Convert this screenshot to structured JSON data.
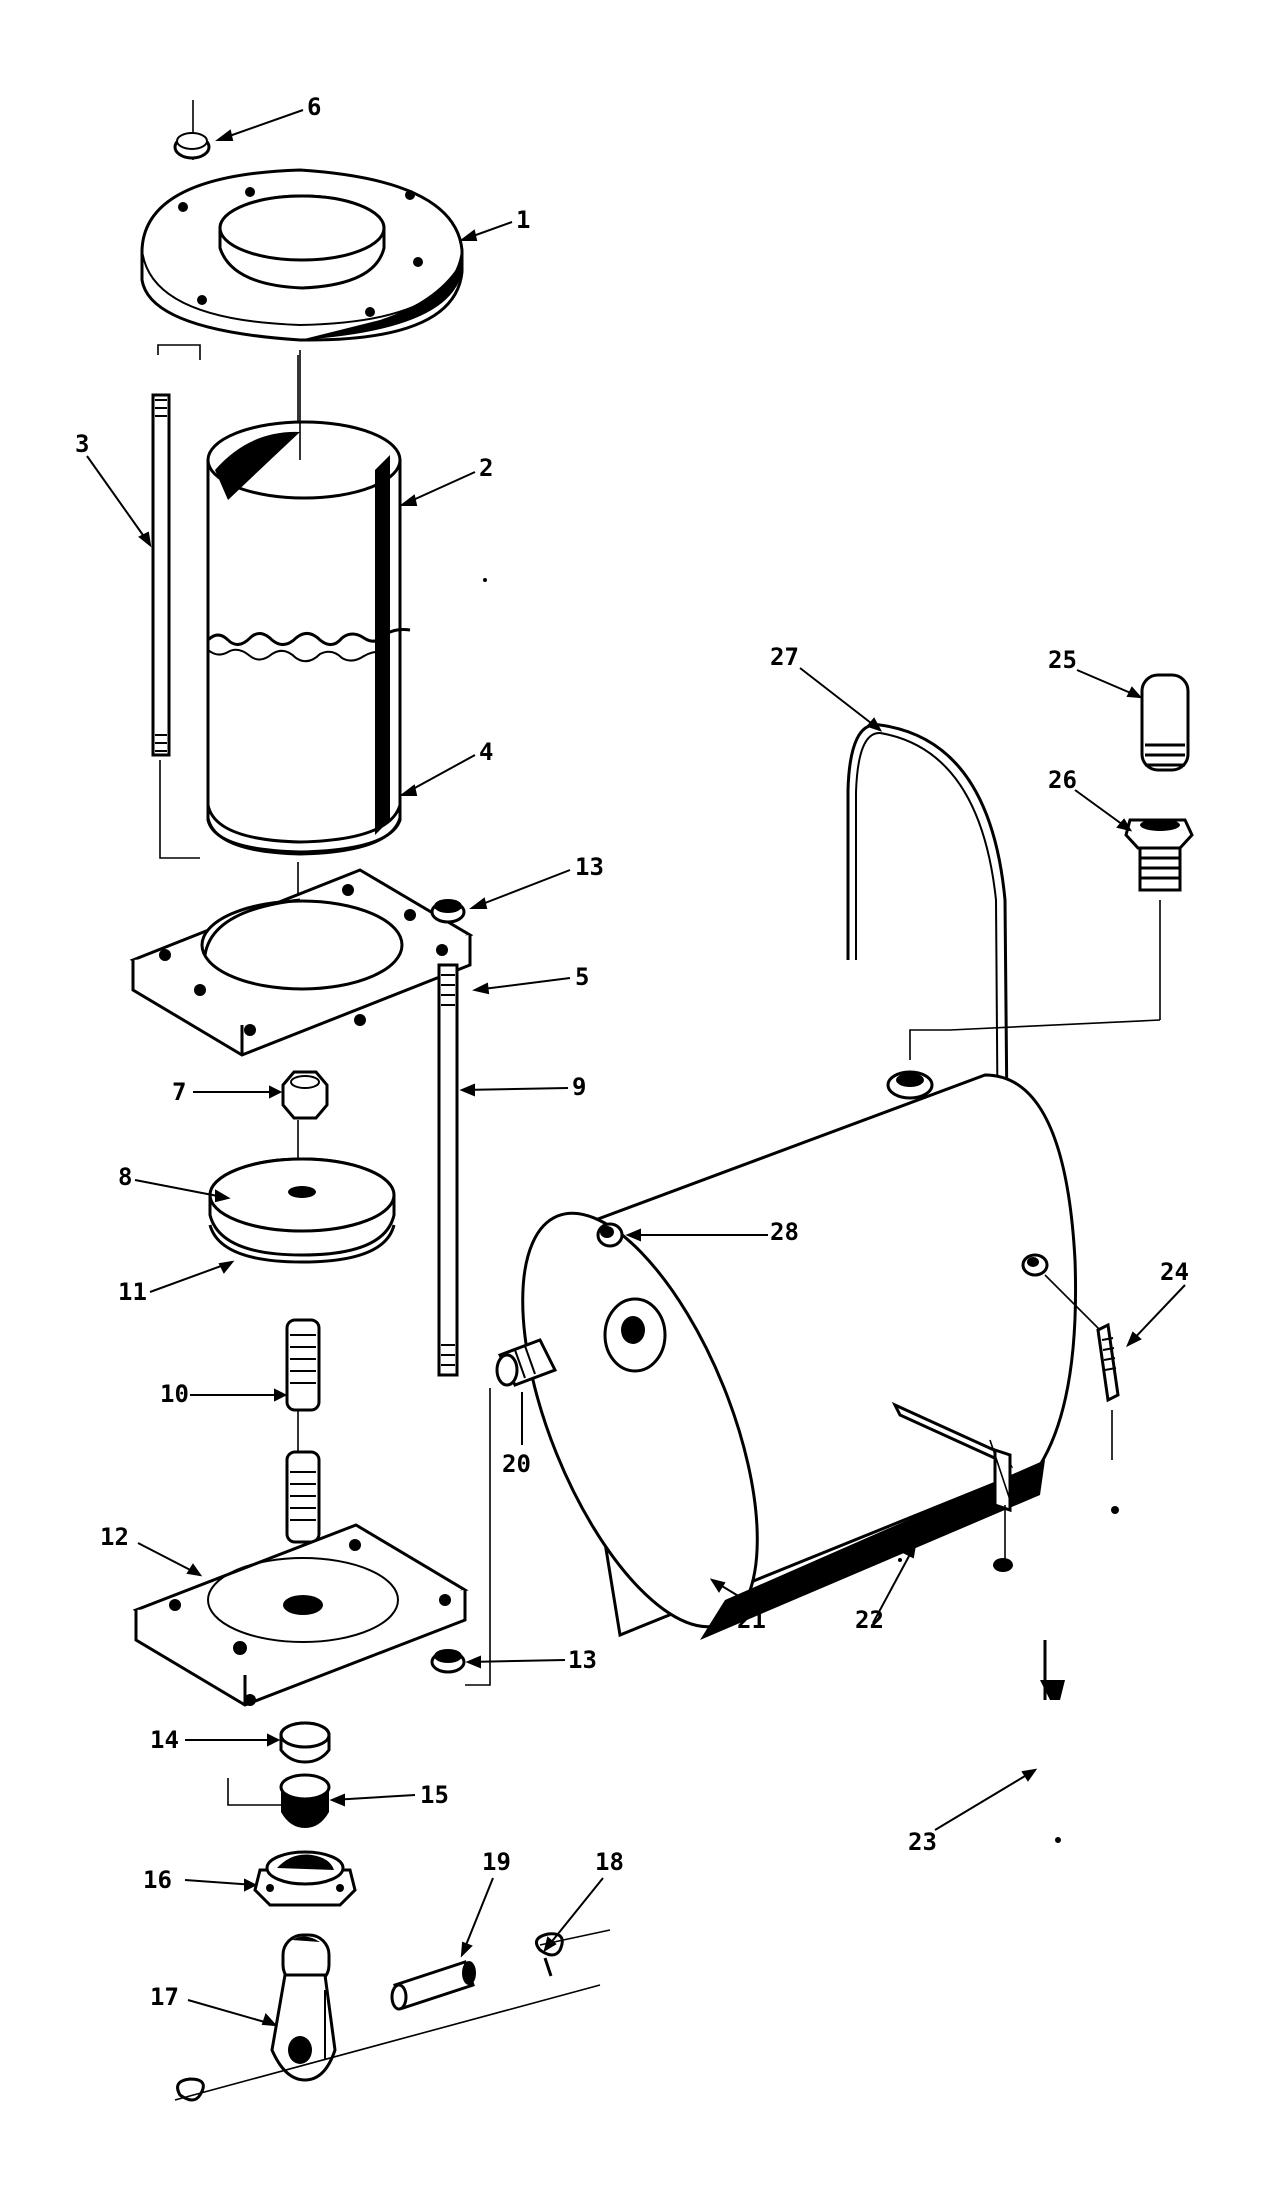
{
  "callouts": {
    "c1": "1",
    "c2": "2",
    "c3": "3",
    "c4": "4",
    "c5": "5",
    "c6": "6",
    "c7": "7",
    "c8": "8",
    "c9": "9",
    "c10": "10",
    "c11": "11",
    "c12": "12",
    "c13a": "13",
    "c13b": "13",
    "c14": "14",
    "c15": "15",
    "c16": "16",
    "c17": "17",
    "c18": "18",
    "c19": "19",
    "c20": "20",
    "c21": "21",
    "c22": "22",
    "c23": "23",
    "c24": "24",
    "c25": "25",
    "c26": "26",
    "c27": "27",
    "c28": "28"
  }
}
